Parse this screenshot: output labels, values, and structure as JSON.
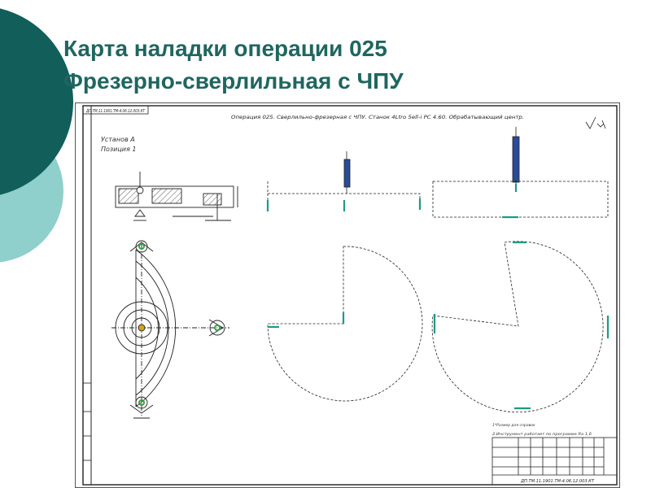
{
  "slide": {
    "title_line1": "Карта наладки операции 025",
    "title_line2": "Фрезерно-сверлильная с ЧПУ"
  },
  "drawing": {
    "doc_code": "ДП.ТМ.11.1901.ТМ-4.06.12.003.КТ",
    "operation_header": "Операция 025. Сверлильно-фрезерная с ЧПУ. Станок 4Ltro 5ell-i PC 4.60. Обрабатывающий центр.",
    "setup_label": "Установ А",
    "position_label": "Позиция 1",
    "note_1": "1*Размер для справок",
    "note_2": "2.Инструмент работает по программе Ra 1,6",
    "stamp_code": "ДП.ТМ.11.1901.ТМ-4.06.12.003.КТ"
  },
  "colors": {
    "title": "#1f6660",
    "deco_dark": "#115e5a",
    "deco_light": "#8fcfcc",
    "line": "#222222",
    "tool_fill": "#2a4a9a",
    "path_mark": "#1e9a86",
    "hole_mark": "#37a04a"
  }
}
